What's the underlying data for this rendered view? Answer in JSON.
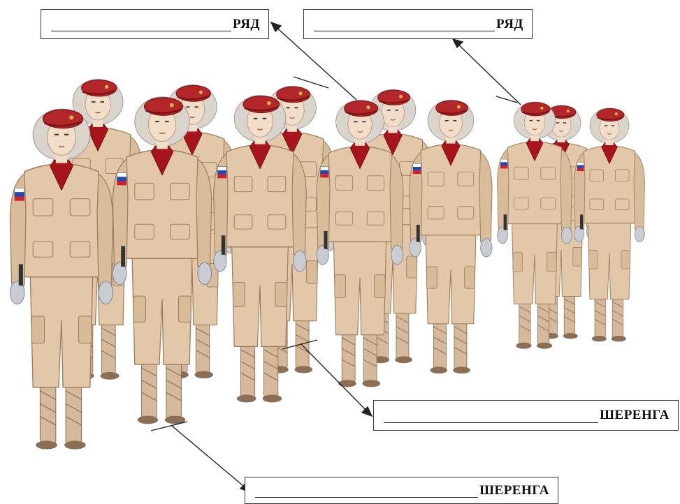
{
  "labels": {
    "row_left": "РЯД",
    "row_right": "РЯД",
    "rank_mid": "ШЕРЕНГА",
    "rank_bottom": "ШЕРЕНГА"
  },
  "colors": {
    "beret": "#b3262a",
    "uniform": "#e2c8a8",
    "uniform_shadow": "#c7a682",
    "shirt": "#a8141b",
    "hair": "#d9d4cc",
    "boot": "#d6b99a",
    "glove": "#c9ccd2",
    "skin": "#f1ddc8"
  },
  "icons": {
    "patch": "russian-flag-patch-icon"
  }
}
